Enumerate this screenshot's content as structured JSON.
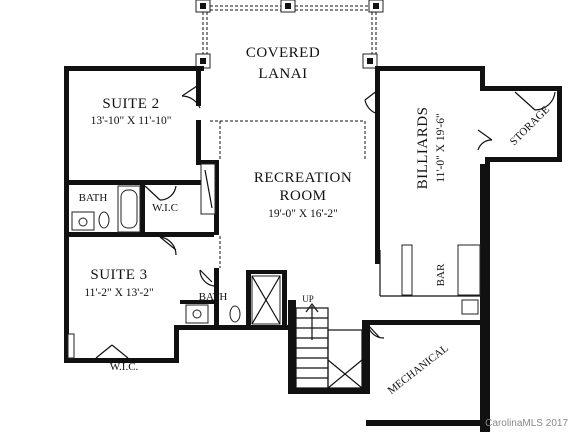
{
  "rooms": {
    "covered_lanai": {
      "line1": "COVERED",
      "line2": "LANAI"
    },
    "suite2": {
      "name": "SUITE 2",
      "dims": "13'-10\" X 11'-10\""
    },
    "recreation": {
      "line1": "RECREATION",
      "line2": "ROOM",
      "dims": "19'-0\" X 16'-2\""
    },
    "billiards": {
      "name": "BILLIARDS",
      "dims": "11'-0\" X 19'-6\""
    },
    "storage": {
      "name": "STORAGE"
    },
    "bath1": {
      "name": "BATH"
    },
    "wic1": {
      "name": "W.I.C"
    },
    "suite3": {
      "name": "SUITE 3",
      "dims": "11'-2\" X 13'-2\""
    },
    "bath2": {
      "name": "BATH"
    },
    "up": {
      "name": "UP"
    },
    "bar": {
      "name": "BAR"
    },
    "mechanical": {
      "name": "MECHANICAL"
    },
    "wic2": {
      "name": "W.I.C."
    }
  },
  "watermark": "CarolinaMLS 2017"
}
